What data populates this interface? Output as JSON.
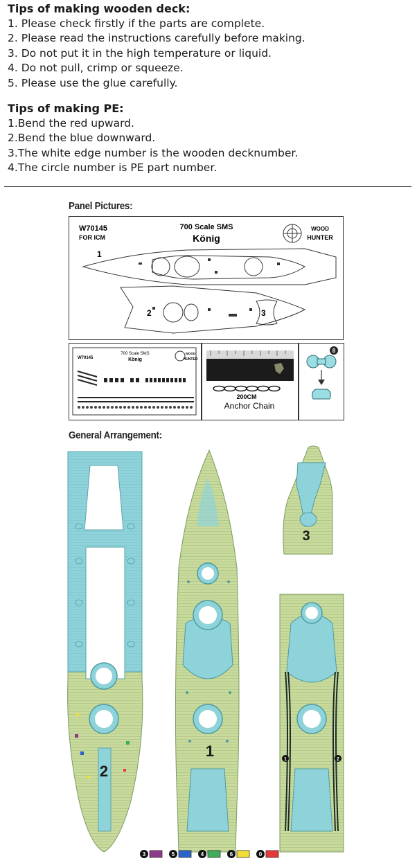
{
  "tips_deck": {
    "title": "Tips of making wooden deck:",
    "items": [
      "1. Please check firstly if the parts are complete.",
      "2. Please read the instructions carefully before making.",
      "3. Do not put it in the high temperature or liquid.",
      "4. Do not pull, crimp or squeeze.",
      "5. Please use the glue carefully."
    ]
  },
  "tips_pe": {
    "title": "Tips of making PE:",
    "items": [
      "1.Bend the red upward.",
      "2.Bend the blue downward.",
      "3.The white edge number is the wooden decknumber.",
      "4.The circle number is PE part number."
    ]
  },
  "panel_pictures": {
    "title": "Panel Pictures:",
    "main_panel": {
      "code": "W70145",
      "for_text": "FOR ICM",
      "scale_text": "700 Scale SMS",
      "ship_name": "König",
      "brand_top": "WOOD",
      "brand_bottom": "HUNTER",
      "part_labels": [
        "1",
        "2",
        "3"
      ]
    },
    "pe_panel": {
      "code": "W70145",
      "scale_text": "700 Scale SMS",
      "ship_name": "König",
      "brand_top": "WOOD",
      "brand_bottom": "HUNTER"
    },
    "chain_panel": {
      "length": "200CM",
      "label": "Anchor Chain"
    },
    "detail_panel": {
      "badge": "8"
    }
  },
  "general_arrangement": {
    "title": "General Arrangement:",
    "part_labels": [
      "2",
      "1",
      "3"
    ],
    "pe_callouts": [
      "1",
      "2"
    ],
    "deck_color": "#c8da9c",
    "pe_color": "#8fd3da"
  },
  "legend": [
    {
      "number": "3",
      "color": "#8e3a8a"
    },
    {
      "number": "5",
      "color": "#2a63c9"
    },
    {
      "number": "4",
      "color": "#3fae5a"
    },
    {
      "number": "6",
      "color": "#f2dd35"
    },
    {
      "number": "0",
      "color": "#e53838"
    }
  ]
}
